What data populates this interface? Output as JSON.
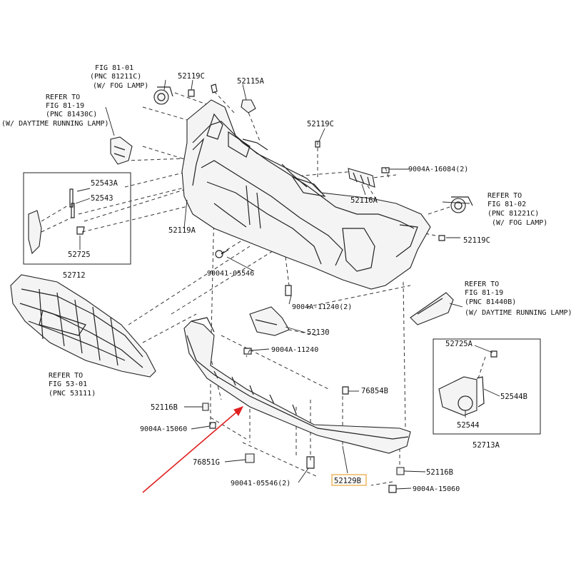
{
  "labels": {
    "fig81_01_a": "FIG 81-01",
    "pnc81211c": "(PNC 81211C)",
    "wfog_top": "(W/ FOG LAMP)",
    "p52119c_top": "52119C",
    "p52115a": "52115A",
    "refer_left": "REFER TO",
    "fig81_19_left": "FIG 81-19",
    "pnc81430c": "(PNC 81430C)",
    "wdrl_left": "(W/ DAYTIME RUNNING LAMP)",
    "p52119c_mid": "52119C",
    "p9004a16084": "9004A-16084(2)",
    "p52543a": "52543A",
    "p52543": "52543",
    "p52725_box": "52725",
    "p52712": "52712",
    "p52116a": "52116A",
    "refer_right1": "REFER TO",
    "fig81_02": "FIG 81-02",
    "pnc81221c": "(PNC 81221C)",
    "wfog_right": "(W/ FOG LAMP)",
    "p52119a": "52119A",
    "p52119c_right": "52119C",
    "p90041_05546": "90041-05546",
    "p9004a11240_2": "9004A-11240(2)",
    "refer_right2": "REFER TO",
    "fig81_19_right": "FIG 81-19",
    "pnc81440b": "(PNC 81440B)",
    "wdrl_right": "(W/ DAYTIME RUNNING LAMP)",
    "p52130": "52130",
    "p9004a11240": "9004A-11240",
    "p52725a": "52725A",
    "refer_grille": "REFER TO",
    "fig53_01": "FIG 53-01",
    "pnc53111": "(PNC 53111)",
    "p76854b": "76854B",
    "p52544b": "52544B",
    "p52116b_left": "52116B",
    "p9004a15060_left": "9004A-15060",
    "p52544": "52544",
    "p52713a": "52713A",
    "p76851g": "76851G",
    "p90041_05546_2": "90041-05546(2)",
    "p52129b": "52129B",
    "p52116b_right": "52116B",
    "p9004a15060_right": "9004A-15060"
  },
  "colors": {
    "line": "#222222",
    "highlight_box": "#e8a43a",
    "pointer_arrow": "#e02020",
    "background": "#ffffff"
  }
}
